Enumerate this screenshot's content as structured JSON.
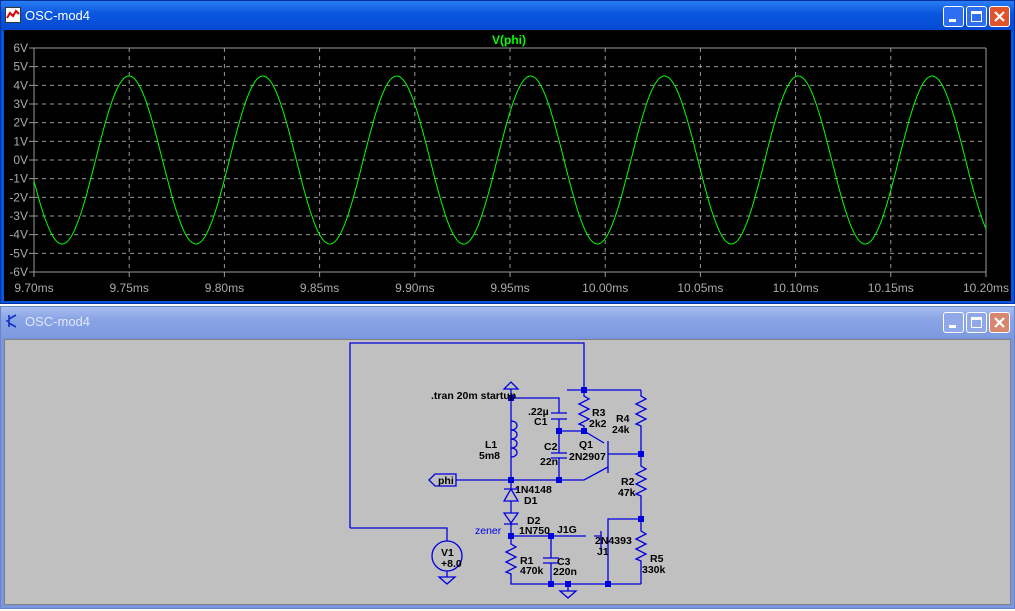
{
  "waveform_window": {
    "title": "OSC-mod4",
    "icon": "waveform-icon"
  },
  "schematic_window": {
    "title": "OSC-mod4",
    "icon": "transistor-icon"
  },
  "controls": {
    "minimize": "minimize",
    "maximize": "maximize",
    "close": "close"
  },
  "chart_data": {
    "type": "line",
    "title": "V(phi)",
    "xlabel": "",
    "ylabel": "",
    "x_ticks": [
      "9.70ms",
      "9.75ms",
      "9.80ms",
      "9.85ms",
      "9.90ms",
      "9.95ms",
      "10.00ms",
      "10.05ms",
      "10.10ms",
      "10.15ms",
      "10.20ms"
    ],
    "y_ticks": [
      "6V",
      "5V",
      "4V",
      "3V",
      "2V",
      "1V",
      "0V",
      "-1V",
      "-2V",
      "-3V",
      "-4V",
      "-5V",
      "-6V"
    ],
    "xlim": [
      9.7,
      10.2
    ],
    "ylim": [
      -6,
      6
    ],
    "grid": true,
    "series": [
      {
        "name": "V(phi)",
        "color": "#00ff00",
        "shape": "sine",
        "amplitude_V": 4.5,
        "period_ms": 0.0703,
        "first_peak_ms": 9.7499
      }
    ]
  },
  "schematic": {
    "directive": ".tran 20m startup",
    "net_phi": "phi",
    "net_zener": "zener",
    "net_j1g": "J1G",
    "components": [
      {
        "ref": "C1",
        "value": ".22µ"
      },
      {
        "ref": "C2",
        "value": "22n"
      },
      {
        "ref": "C3",
        "value": "220n"
      },
      {
        "ref": "L1",
        "value": "5m8"
      },
      {
        "ref": "R1",
        "value": "470k"
      },
      {
        "ref": "R2",
        "value": "47k"
      },
      {
        "ref": "R3",
        "value": "2k2"
      },
      {
        "ref": "R4",
        "value": "24k"
      },
      {
        "ref": "R5",
        "value": "330k"
      },
      {
        "ref": "Q1",
        "value": "2N2907"
      },
      {
        "ref": "D1",
        "value": "1N4148"
      },
      {
        "ref": "D2",
        "value": "1N750"
      },
      {
        "ref": "J1",
        "value": "2N4393"
      },
      {
        "ref": "V1",
        "value": "+8.0"
      }
    ]
  }
}
